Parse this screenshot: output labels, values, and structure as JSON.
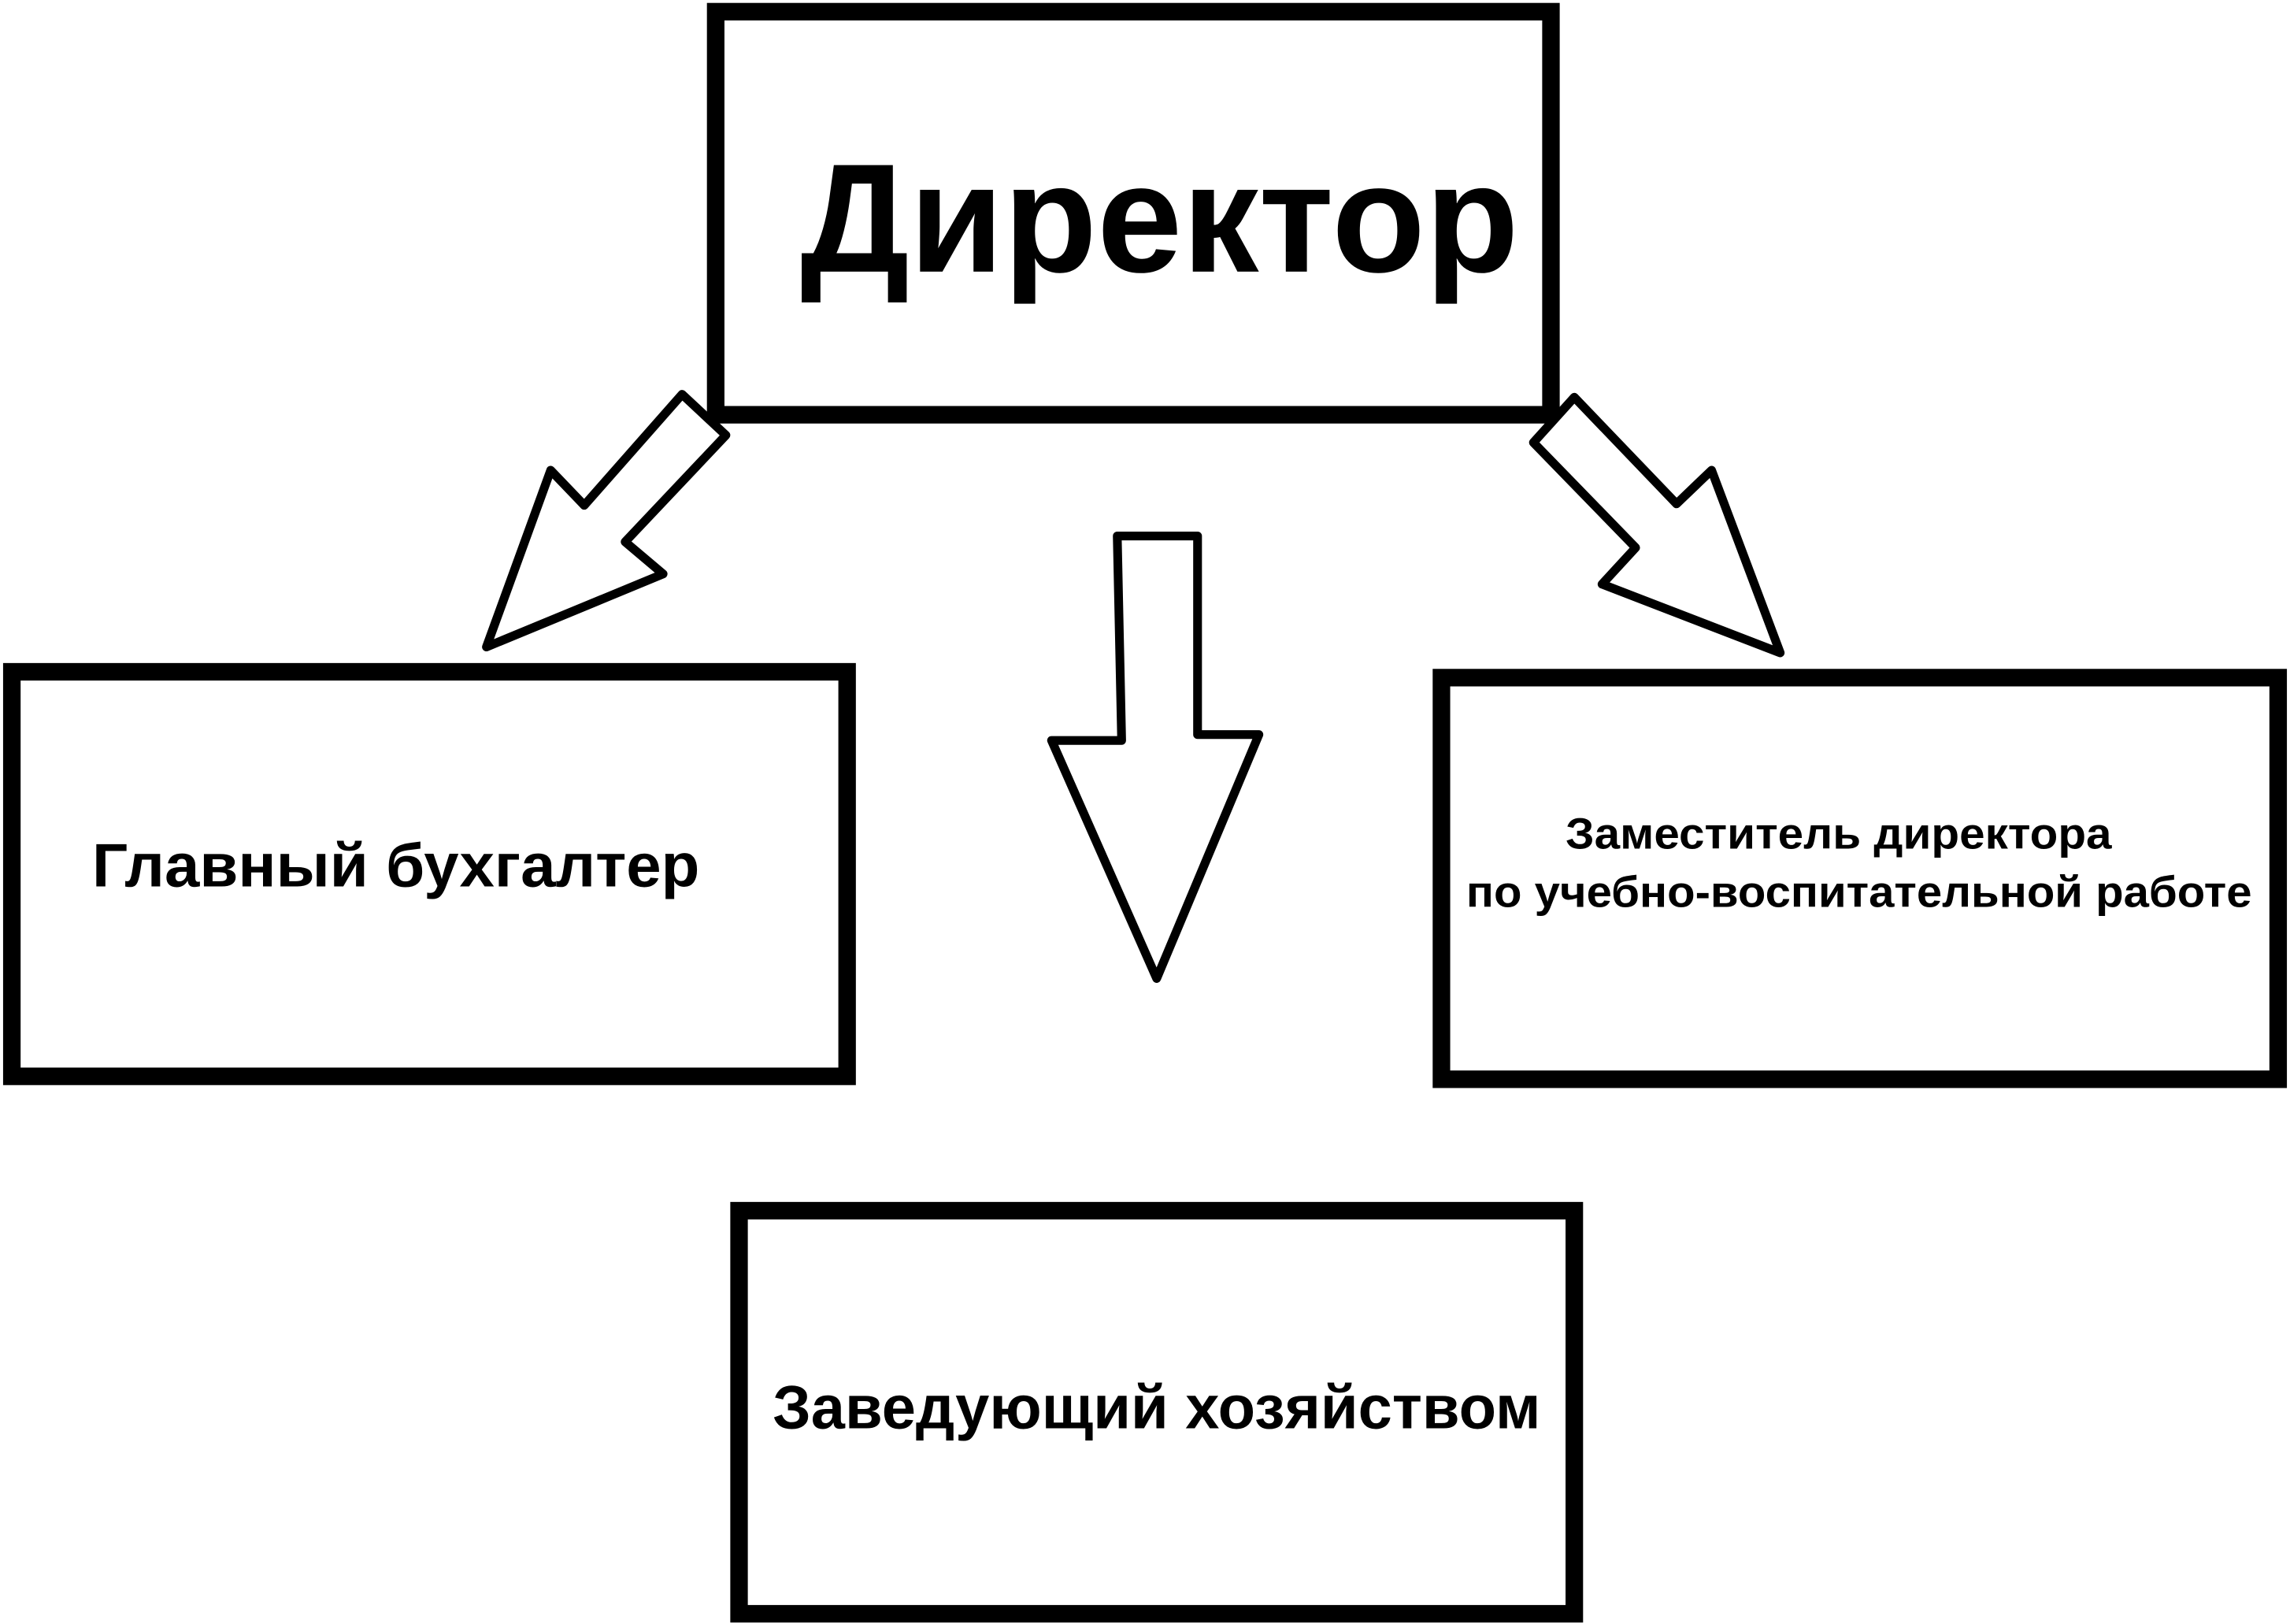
{
  "diagram": {
    "title": "Организационная структура",
    "nodes": {
      "director": "Директор",
      "chief_accountant": "Главный бухгалтер",
      "deputy_line1": "Заместитель директора",
      "deputy_line2": "по учебно-воспитательной работе",
      "housekeeping": "Заведующий хозяйством"
    },
    "edges": [
      {
        "from": "director",
        "to": "chief_accountant"
      },
      {
        "from": "director",
        "to": "housekeeping"
      },
      {
        "from": "director",
        "to": "deputy"
      }
    ]
  }
}
